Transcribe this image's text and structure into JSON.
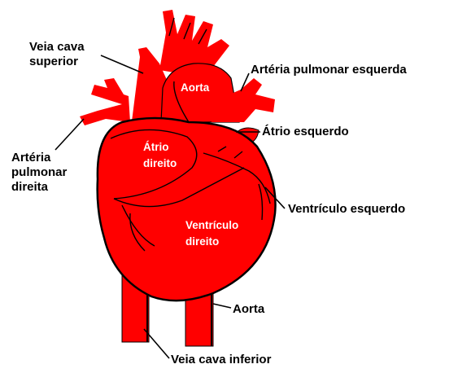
{
  "labels": {
    "veia_cava_superior_line1": "Veia cava",
    "veia_cava_superior_line2": "superior",
    "arteria_pulmonar_esquerda": "Artéria pulmonar esquerda",
    "atrio_esquerdo": "Átrio esquerdo",
    "arteria_pulmonar_direita_line1": "Artéria",
    "arteria_pulmonar_direita_line2": "pulmonar",
    "arteria_pulmonar_direita_line3": "direita",
    "ventriculo_esquerdo": "Ventrículo esquerdo",
    "aorta_lower": "Aorta",
    "veia_cava_inferior": "Veia cava inferior"
  },
  "inner_labels": {
    "aorta": "Aorta",
    "atrio_direito_line1": "Átrio",
    "atrio_direito_line2": "direito",
    "ventriculo_direito_line1": "Ventrículo",
    "ventriculo_direito_line2": "direito"
  },
  "colors": {
    "heart_red": "#ff0000",
    "outline": "#000000",
    "background": "#ffffff"
  }
}
